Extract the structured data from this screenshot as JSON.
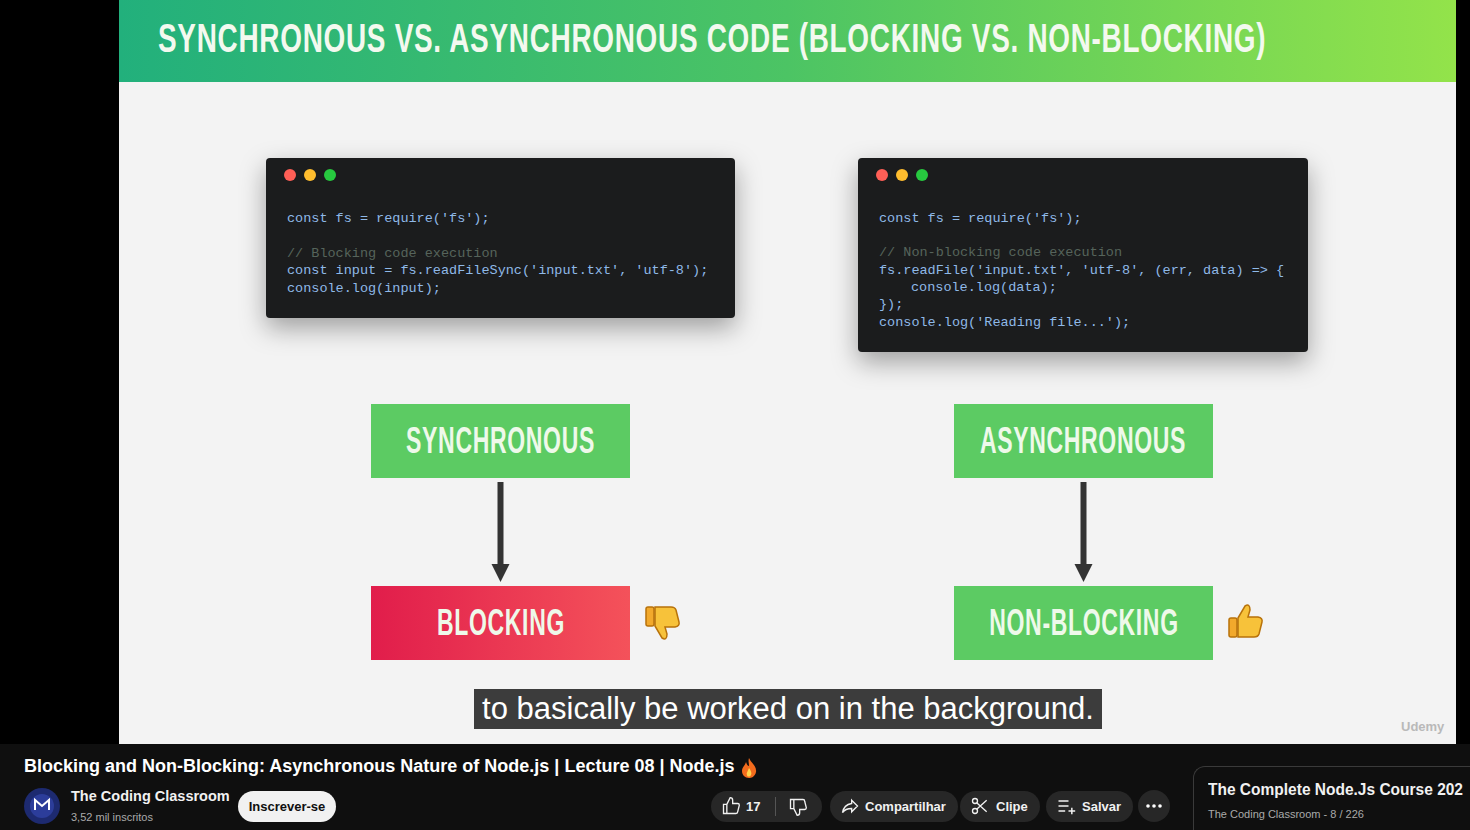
{
  "diagram": {
    "title": "SYNCHRONOUS VS. ASYNCHRONOUS CODE (BLOCKING VS. NON-BLOCKING)",
    "nodes": [
      {
        "text": [
          "const fs = require('fs');",
          "// Blocking code execution",
          "const input = fs.readFileSync('input.txt', 'utf-8');",
          "console.log(input);"
        ]
      },
      {
        "text": [
          "const fs = require('fs');",
          "// Non-blocking code execution",
          "fs.readFile('input.txt', 'utf-8', (err, data) => {",
          "console.log(data);",
          "});",
          "console.log('Reading file...');"
        ]
      },
      {
        "text": [
          "SYNCHRONOUS"
        ]
      },
      {
        "text": [
          "ASYNCHRONOUS"
        ]
      },
      {
        "text": [
          "BLOCKING"
        ]
      },
      {
        "text": [
          "NON-BLOCKING"
        ]
      },
      {
        "text": [
          "to basically be worked on in the background."
        ]
      },
      {
        "text": [
          "Inscrever-se"
        ]
      },
      {
        "text": [
          "17"
        ]
      },
      {
        "text": [
          "Compartilhar"
        ]
      },
      {
        "text": [
          "Clipe"
        ]
      },
      {
        "text": [
          "Salvar"
        ]
      },
      {
        "text": [
          "The Complete Node.Js Course 202",
          "The Coding Classroom - 8 / 226"
        ]
      }
    ],
    "edges": [
      {
        "from": 2,
        "to": 4,
        "arrow": "to"
      },
      {
        "from": 3,
        "to": 5,
        "arrow": "to"
      }
    ],
    "labels": [
      "Udemy",
      "Blocking and Non-Blocking: Asynchronous Nature of Node.js | Lecture 08 | Node.js",
      "The Coding Classroom",
      "3,52 mil inscritos"
    ]
  }
}
